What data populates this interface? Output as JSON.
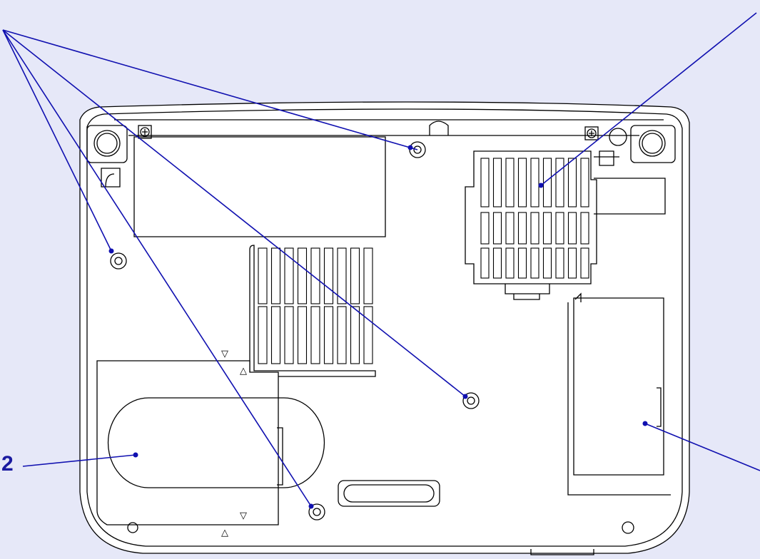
{
  "callouts": [
    {
      "id": "mounting-points",
      "label": ""
    },
    {
      "id": "air-filter",
      "label": ""
    },
    {
      "id": "lamp-cover",
      "label": "2"
    },
    {
      "id": "side-cover",
      "label": ""
    }
  ],
  "colors": {
    "background": "#e6e8f8",
    "leader_line": "#1010b0",
    "body_fill": "#ffffff",
    "outline": "#000000"
  },
  "marks": {
    "lamp_cover_arrows": [
      "▽",
      "△",
      "▽",
      "△"
    ]
  }
}
